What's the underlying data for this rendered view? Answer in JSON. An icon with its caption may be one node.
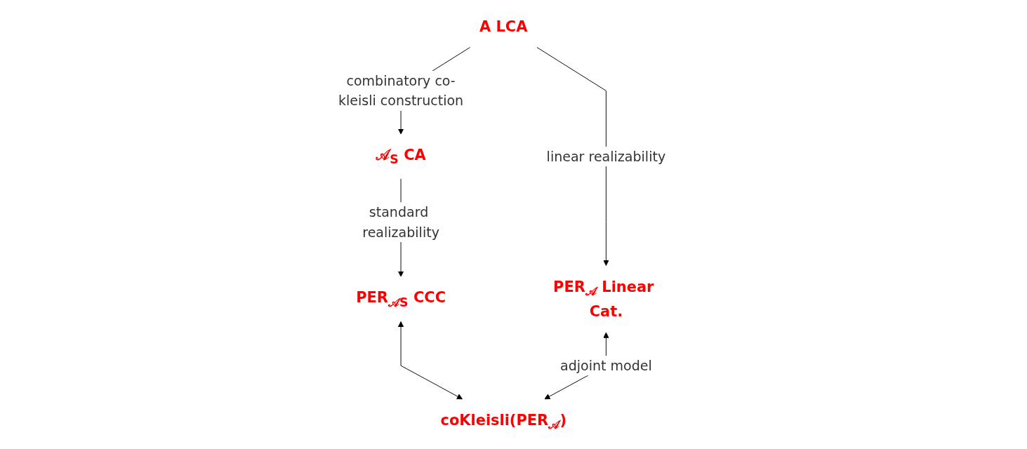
{
  "diagram": {
    "nodes": [
      {
        "text": [
          "A LCA"
        ]
      },
      {
        "text": [
          "𝒜$_{S}$ CA"
        ]
      },
      {
        "text": [
          "PER$_{𝒜S}$ CCC"
        ]
      },
      {
        "text": [
          "PER$_{𝒜}$ Linear Cat."
        ]
      },
      {
        "text": [
          "coKleisli(PER$_{𝒜}$)"
        ]
      }
    ],
    "edges": [
      {
        "from": 0,
        "to": 1,
        "arrow": "to",
        "label": "combinatory co-kleisli construction"
      },
      {
        "from": 0,
        "to": 3,
        "arrow": "to",
        "label": "linear realizability"
      },
      {
        "from": 1,
        "to": 2,
        "arrow": "to",
        "label": "standard realizability"
      },
      {
        "from": 2,
        "to": 4,
        "arrow": "both"
      },
      {
        "from": 3,
        "to": 4,
        "arrow": "both",
        "label": "adjoint model"
      }
    ]
  }
}
